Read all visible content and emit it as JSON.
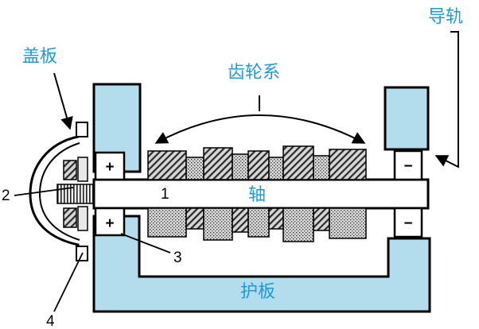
{
  "labels": {
    "guide_rail": "导轨",
    "cover_plate": "盖板",
    "gear_train": "齿轮系",
    "shaft": "轴",
    "guard_plate": "护板",
    "callout_1": "1",
    "callout_2": "2",
    "callout_3": "3",
    "callout_4": "4",
    "plus_top": "+",
    "plus_bottom": "+",
    "minus_top": "−",
    "minus_bottom": "−"
  },
  "colors": {
    "label_blue": "#1f9ad6",
    "panel_fill": "#b3dcec",
    "outline": "#000000",
    "gear_fill": "#d2d2d2"
  }
}
